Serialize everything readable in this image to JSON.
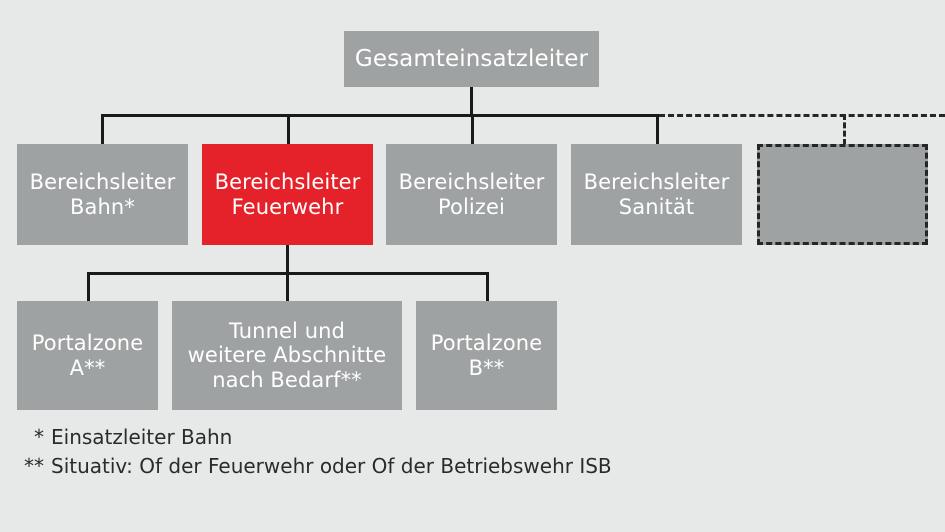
{
  "diagram": {
    "title_level1": "Gesamteinsatzleiter",
    "colors": {
      "background": "#E7E9E8",
      "node_gray": "#9FA2A2",
      "node_highlight_red": "#E52229",
      "connector": "#1A1A1A",
      "node_text": "#FFFFFF",
      "footnote_text": "#2B2B2B"
    },
    "level1": [
      {
        "id": "gesamteinsatzleiter",
        "label": "Gesamteinsatzleiter",
        "style": "gray"
      }
    ],
    "level2": [
      {
        "id": "bereichsleiter-bahn",
        "line1": "Bereichsleiter",
        "line2": "Bahn*",
        "style": "gray"
      },
      {
        "id": "bereichsleiter-feuerwehr",
        "line1": "Bereichsleiter",
        "line2": "Feuerwehr",
        "style": "red"
      },
      {
        "id": "bereichsleiter-polizei",
        "line1": "Bereichsleiter",
        "line2": "Polizei",
        "style": "gray"
      },
      {
        "id": "bereichsleiter-sanitaet",
        "line1": "Bereichsleiter",
        "line2": "Sanität",
        "style": "gray"
      },
      {
        "id": "bereichsleiter-placeholder",
        "line1": "",
        "line2": "",
        "style": "placeholder-dashed"
      }
    ],
    "level3": [
      {
        "id": "portalzone-a",
        "line1": "Portalzone",
        "line2": "A**",
        "line3": "",
        "style": "gray"
      },
      {
        "id": "tunnel-abschnitte",
        "line1": "Tunnel und",
        "line2": "weitere Abschnitte",
        "line3": "nach Bedarf**",
        "style": "gray"
      },
      {
        "id": "portalzone-b",
        "line1": "Portalzone",
        "line2": "B**",
        "line3": "",
        "style": "gray"
      }
    ],
    "footnotes": [
      {
        "mark": "*",
        "text": "Einsatzleiter Bahn"
      },
      {
        "mark": "**",
        "text": "Situativ: Of der Feuerwehr oder Of der Betriebswehr ISB"
      }
    ]
  }
}
